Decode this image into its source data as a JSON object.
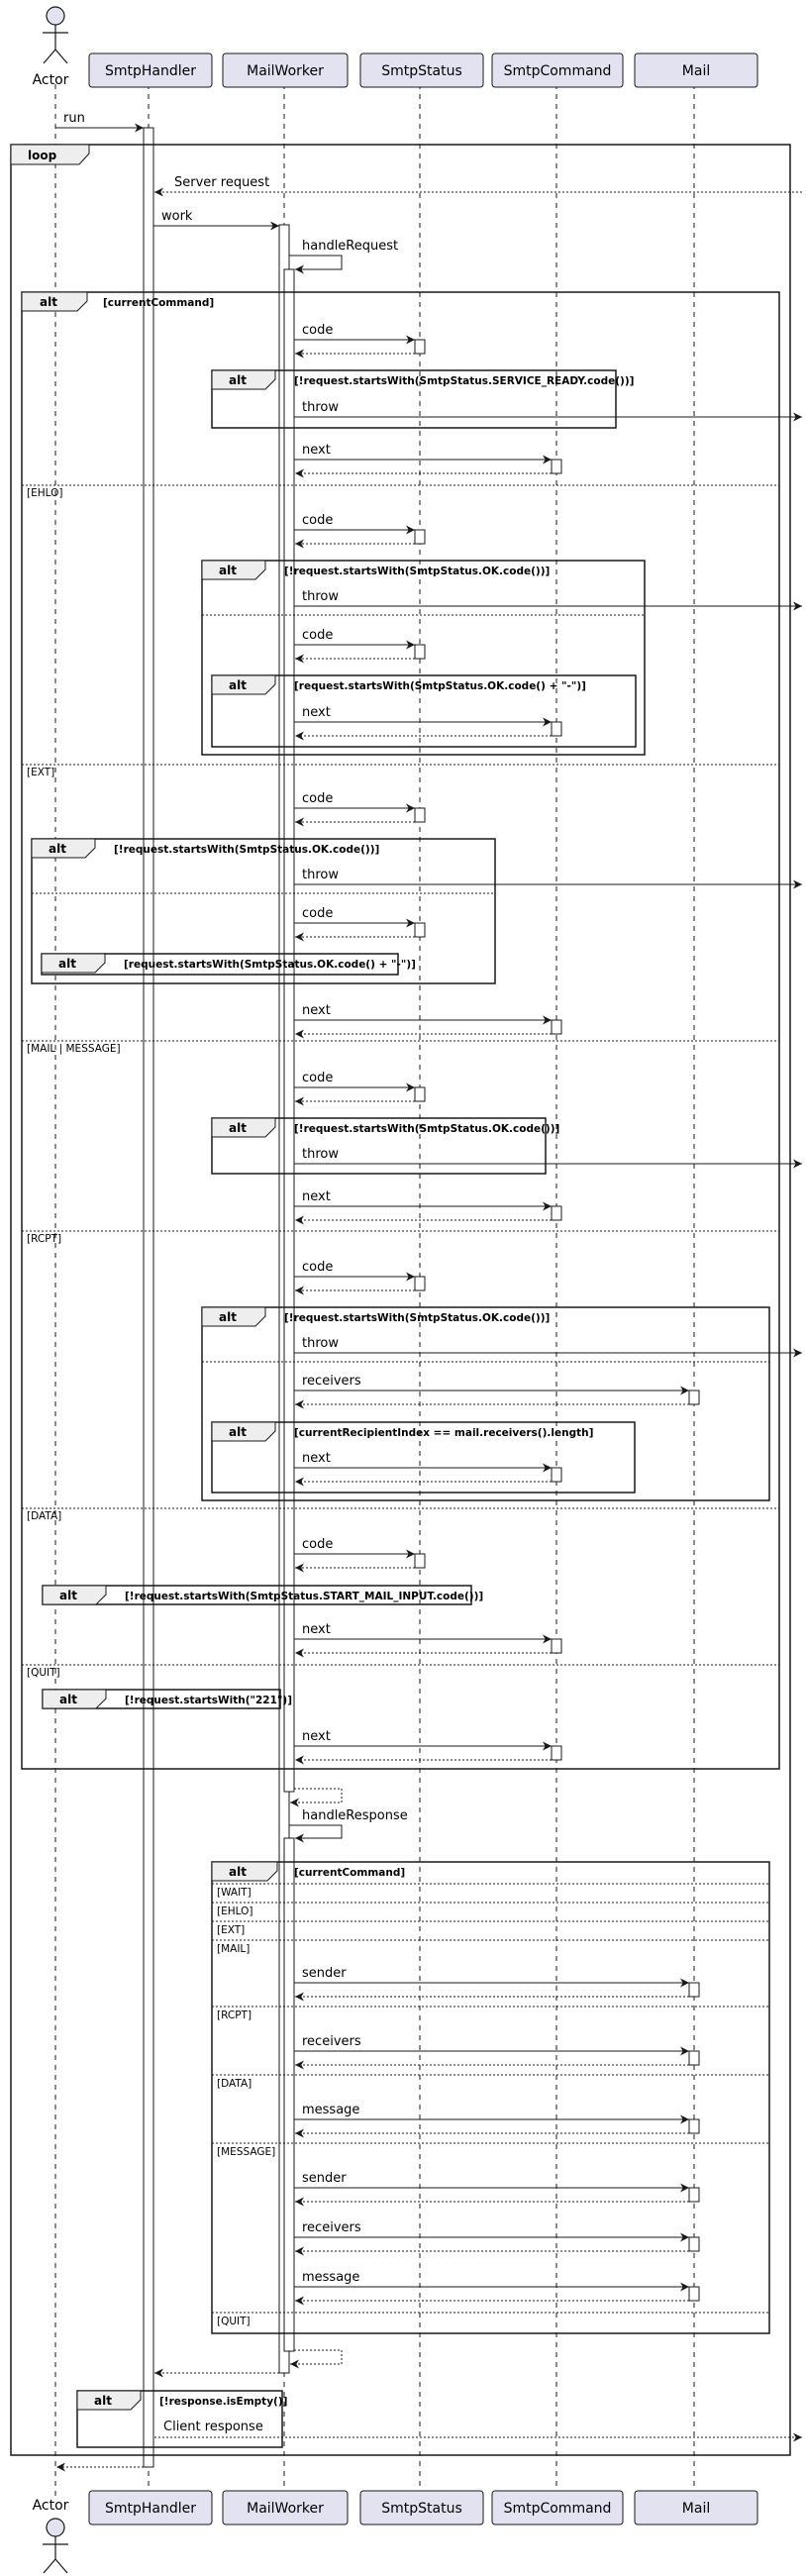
{
  "participants": [
    {
      "id": "actor",
      "label": "Actor"
    },
    {
      "id": "handler",
      "label": "SmtpHandler"
    },
    {
      "id": "worker",
      "label": "MailWorker"
    },
    {
      "id": "status",
      "label": "SmtpStatus"
    },
    {
      "id": "command",
      "label": "SmtpCommand"
    },
    {
      "id": "mail",
      "label": "Mail"
    }
  ],
  "frames": {
    "loop_tag": "loop",
    "alt_tag": "alt",
    "main_alt_condition": "[currentCommand]",
    "resp_alt_condition": "[currentCommand]",
    "final_alt_condition": "[!response.isEmpty()]"
  },
  "messages": {
    "run": "run",
    "server_request": "Server request",
    "work": "work",
    "handle_request": "handleRequest",
    "handle_response": "handleResponse",
    "client_response": "Client response",
    "code": "code",
    "next": "next",
    "throw": "throw",
    "receivers": "receivers",
    "sender": "sender",
    "message": "message"
  },
  "sections": {
    "ehlo": "[EHLO]",
    "ext": "[EXT]",
    "mail_message": "[MAIL | MESSAGE]",
    "rcpt": "[RCPT]",
    "data": "[DATA]",
    "quit": "[QUIT]",
    "wait": "[WAIT]",
    "mail": "[MAIL]",
    "message_cmd": "[MESSAGE]"
  },
  "conditions": {
    "service_ready": "[!request.startsWith(SmtpStatus.SERVICE_READY.code())]",
    "ok_code": "[!request.startsWith(SmtpStatus.OK.code())]",
    "ok_dash": "[request.startsWith(SmtpStatus.OK.code() + \"-\")]",
    "recipient_index": "[currentRecipientIndex == mail.receivers().length]",
    "start_mail_input": "[!request.startsWith(SmtpStatus.START_MAIL_INPUT.code())]",
    "starts_221": "[!request.startsWith(\"221\")]"
  }
}
